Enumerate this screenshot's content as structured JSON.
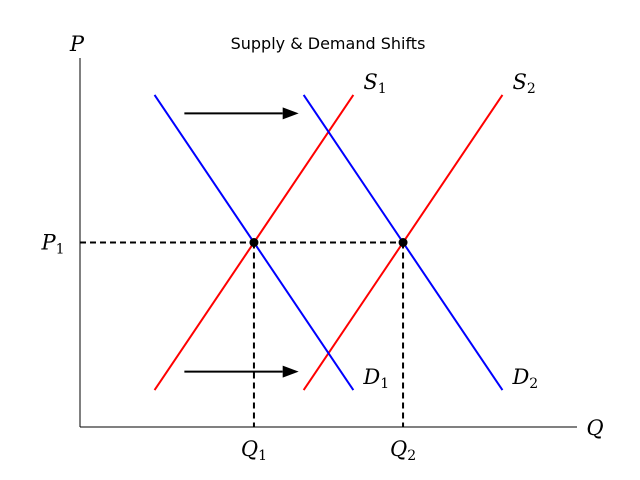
{
  "chart_data": {
    "type": "line",
    "title": "Supply & Demand Shifts",
    "axes": {
      "x_label": "Q",
      "y_label": "P",
      "xlim": [
        0,
        10
      ],
      "ylim": [
        0,
        10
      ],
      "ticks": false,
      "grid": false
    },
    "series": [
      {
        "name": "S_1",
        "label_letter": "S",
        "label_sub": "1",
        "color": "#ff0000",
        "x": [
          1.5,
          5.5
        ],
        "y": [
          1,
          9
        ]
      },
      {
        "name": "S_2",
        "label_letter": "S",
        "label_sub": "2",
        "color": "#ff0000",
        "x": [
          4.5,
          8.5
        ],
        "y": [
          1,
          9
        ]
      },
      {
        "name": "D_1",
        "label_letter": "D",
        "label_sub": "1",
        "color": "#0000ff",
        "x": [
          1.5,
          5.5
        ],
        "y": [
          9,
          1
        ]
      },
      {
        "name": "D_2",
        "label_letter": "D",
        "label_sub": "2",
        "color": "#0000ff",
        "x": [
          4.5,
          8.5
        ],
        "y": [
          9,
          1
        ]
      }
    ],
    "equilibria": [
      {
        "x": 3.5,
        "y": 5,
        "q_label_letter": "Q",
        "q_label_sub": "1"
      },
      {
        "x": 6.5,
        "y": 5,
        "q_label_letter": "Q",
        "q_label_sub": "2"
      }
    ],
    "price_label": {
      "letter": "P",
      "sub": "1",
      "y": 5
    },
    "arrows": [
      {
        "x0": 2.1,
        "x1": 4.4,
        "y": 8.5
      },
      {
        "x0": 2.1,
        "x1": 4.4,
        "y": 1.5
      }
    ]
  }
}
